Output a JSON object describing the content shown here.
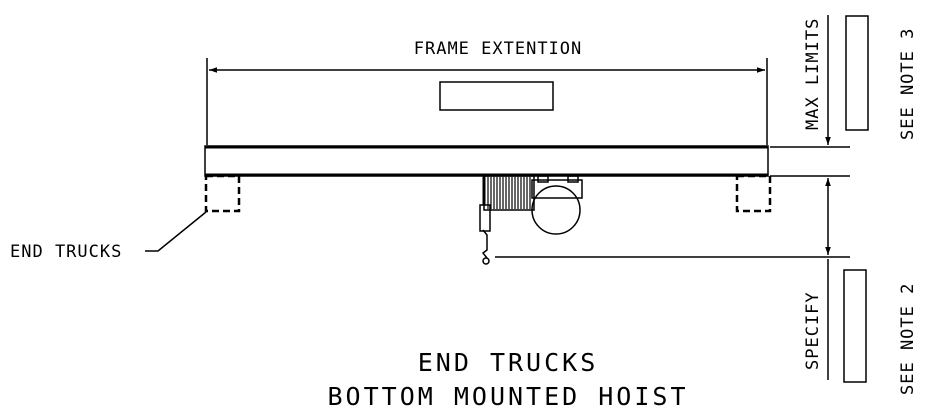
{
  "labels": {
    "frame_extension": "FRAME EXTENTION",
    "max_limits": "MAX LIMITS",
    "see_note_3": "SEE NOTE 3",
    "specify": "SPECIFY",
    "see_note_2": "SEE NOTE 2",
    "end_trucks_callout": "END TRUCKS"
  },
  "title": {
    "line1": "END TRUCKS",
    "line2": "BOTTOM MOUNTED HOIST"
  },
  "icons": {
    "hoist": "hoist-icon",
    "end_truck": "end-truck-icon"
  },
  "colors": {
    "ink": "#000000",
    "paper": "#ffffff"
  }
}
